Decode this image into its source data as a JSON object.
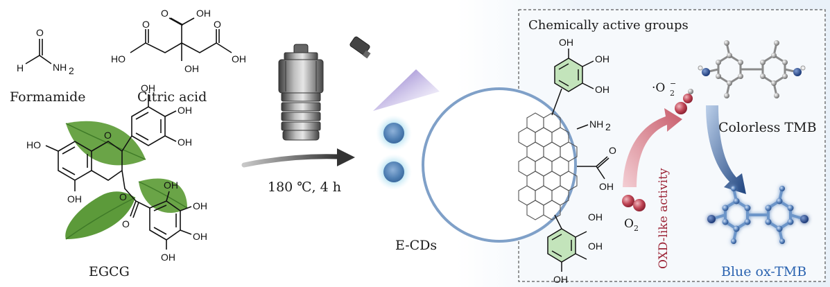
{
  "left": {
    "formamide": {
      "name": "Formamide",
      "h": "H",
      "o": "O",
      "nh2": "NH",
      "nh2_sub": "2"
    },
    "citric": {
      "name": "Citric acid",
      "oh_top": "OH",
      "o_top": "O",
      "o_left": "O",
      "o_right": "O",
      "ho_left": "HO",
      "oh_mid": "OH",
      "oh_right": "OH"
    },
    "egcg": {
      "name": "EGCG",
      "ho": "HO",
      "oh_b1": "OH",
      "oh_b2": "OH",
      "oh_b3": "OH",
      "o_ring": "O",
      "o_ester": "O",
      "o_carb": "O",
      "oh_a": "OH",
      "oh_g1": "OH",
      "oh_g2": "OH",
      "oh_g3": "OH"
    }
  },
  "reaction": {
    "condition": "180 ℃, 4 h"
  },
  "product": {
    "label": "E-CDs"
  },
  "panel": {
    "title": "Chemically active groups",
    "oh_top1": "OH",
    "oh_top2": "OH",
    "oh_top3": "OH",
    "nh2": "NH",
    "nh2_sub": "2",
    "o_carboxyl": "O",
    "oh_carboxyl": "OH",
    "oh_bot1": "OH",
    "oh_bot2": "OH",
    "oh_bot3": "OH",
    "superoxide": "·O",
    "superoxide_sup": "−",
    "superoxide_sub": "2",
    "o2": "O",
    "o2_sub": "2",
    "activity": "OXD-like activity",
    "colorless": "Colorless TMB",
    "blue": "Blue ox-TMB"
  },
  "colors": {
    "leaf": "#5a9a3c",
    "dot": "#5b87b8",
    "arrow_red": "#c24a5a",
    "arrow_blue": "#2a4f8f",
    "text_blue": "#2a63b0",
    "oxd_text": "#9c2436"
  }
}
